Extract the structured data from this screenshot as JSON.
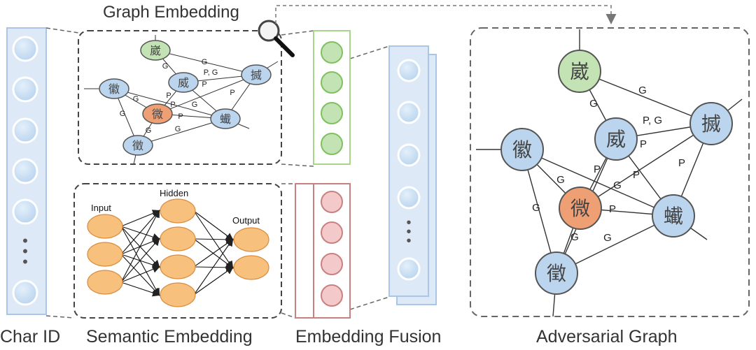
{
  "captions": {
    "char_id": "Char ID",
    "semantic": "Semantic Embedding",
    "fusion": "Embedding Fusion",
    "adversarial": "Adversarial Graph",
    "graph_embedding": "Graph Embedding"
  },
  "nn_labels": {
    "input": "Input",
    "hidden": "Hidden",
    "output": "Output"
  },
  "characters": {
    "n1": "崴",
    "n2": "威",
    "n3": "搣",
    "n4": "徽",
    "n5": "微",
    "n6": "蠘",
    "n7": "徵"
  },
  "edge_labels": {
    "g": "G",
    "p": "P",
    "pg": "P, G"
  },
  "ellipsis": "•\n•\n•",
  "colors": {
    "blue_fill": "#bcd5ee",
    "blue_stroke": "#9bbde0",
    "green_fill": "#c3e3b5",
    "green_stroke": "#7fc05f",
    "orange_fill": "#ef9f74",
    "pink_fill": "#f4c9c9",
    "pink_stroke": "#c98080",
    "nn_fill": "#f7c07d",
    "column_fill": "#dde9f6",
    "column_stroke": "#a9c6e6"
  }
}
